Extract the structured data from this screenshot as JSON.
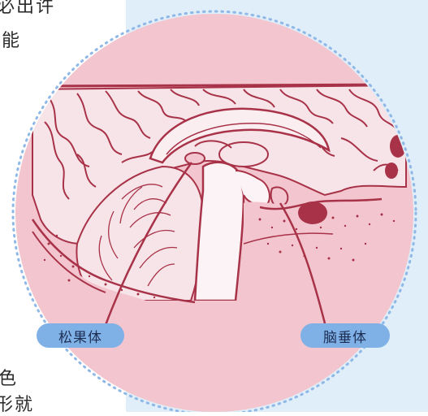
{
  "side_text": [
    "必出许",
    "能",
    "色",
    "形就"
  ],
  "labels": {
    "pineal": "松果体",
    "pituitary": "脑垂体"
  },
  "colors": {
    "circle_fill": "#f3c6cf",
    "circle_dots": "#8fb8e6",
    "panel": "#dfeef8",
    "brain_line": "#a83248",
    "brain_fill": "#f7e4e8",
    "label_pill": "#7fb0e6"
  }
}
